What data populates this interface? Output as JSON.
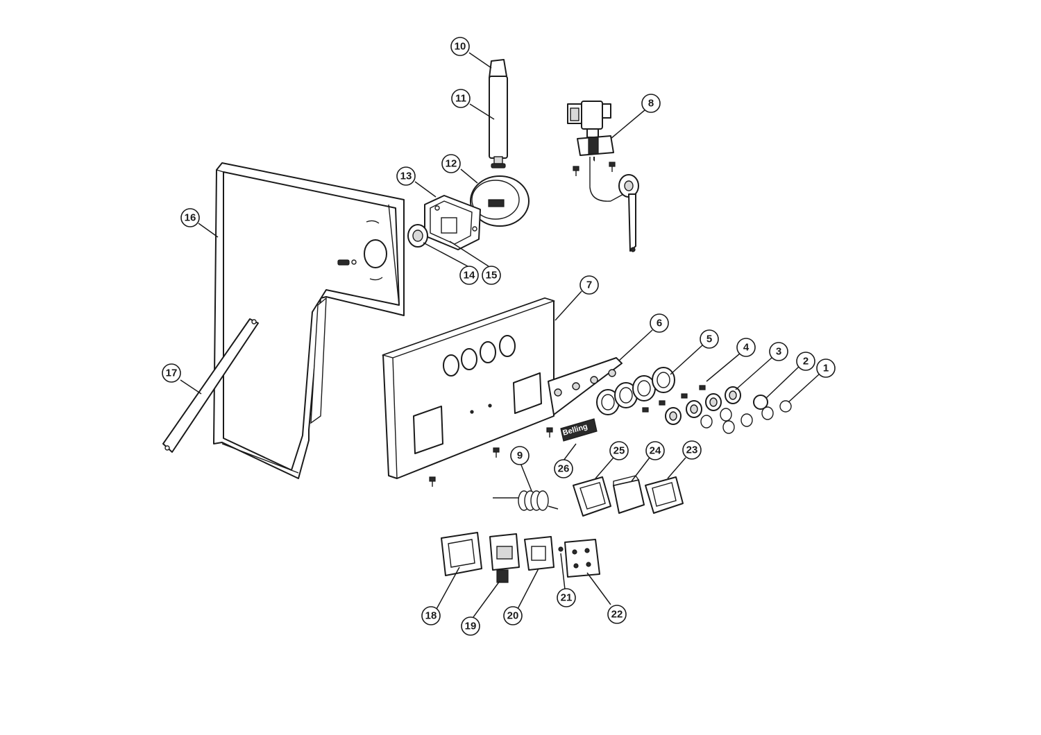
{
  "diagram": {
    "type": "exploded-parts-diagram",
    "callouts": [
      {
        "id": "1",
        "label": "1"
      },
      {
        "id": "2",
        "label": "2"
      },
      {
        "id": "3",
        "label": "3"
      },
      {
        "id": "4",
        "label": "4"
      },
      {
        "id": "5",
        "label": "5"
      },
      {
        "id": "6",
        "label": "6"
      },
      {
        "id": "7",
        "label": "7"
      },
      {
        "id": "8",
        "label": "8"
      },
      {
        "id": "9",
        "label": "9"
      },
      {
        "id": "10",
        "label": "10"
      },
      {
        "id": "11",
        "label": "11"
      },
      {
        "id": "12",
        "label": "12"
      },
      {
        "id": "13",
        "label": "13"
      },
      {
        "id": "14",
        "label": "14"
      },
      {
        "id": "15",
        "label": "15"
      },
      {
        "id": "16",
        "label": "16"
      },
      {
        "id": "17",
        "label": "17"
      },
      {
        "id": "18",
        "label": "18"
      },
      {
        "id": "19",
        "label": "19"
      },
      {
        "id": "20",
        "label": "20"
      },
      {
        "id": "21",
        "label": "21"
      },
      {
        "id": "22",
        "label": "22"
      },
      {
        "id": "23",
        "label": "23"
      },
      {
        "id": "24",
        "label": "24"
      },
      {
        "id": "25",
        "label": "25"
      },
      {
        "id": "26",
        "label": "26"
      }
    ],
    "badge_text": "Belling",
    "colors": {
      "line": "#1a1a1a",
      "background": "#ffffff"
    }
  }
}
